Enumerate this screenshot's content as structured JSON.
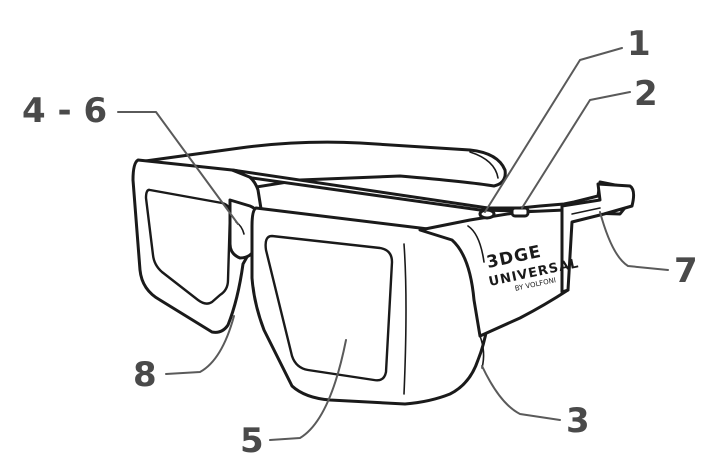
{
  "callouts": [
    {
      "id": "1",
      "label": "1"
    },
    {
      "id": "2",
      "label": "2"
    },
    {
      "id": "3",
      "label": "3"
    },
    {
      "id": "4-6",
      "label": "4 - 6"
    },
    {
      "id": "5",
      "label": "5"
    },
    {
      "id": "7",
      "label": "7"
    },
    {
      "id": "8",
      "label": "8"
    }
  ],
  "logo": {
    "line1": "3DGE",
    "line2": "UNIVERSAL",
    "line3": "BY VOLFONI"
  },
  "colors": {
    "outline": "#1a1a1a",
    "label": "#4a4a4a",
    "leader": "#5a5a5a",
    "background": "#ffffff"
  }
}
